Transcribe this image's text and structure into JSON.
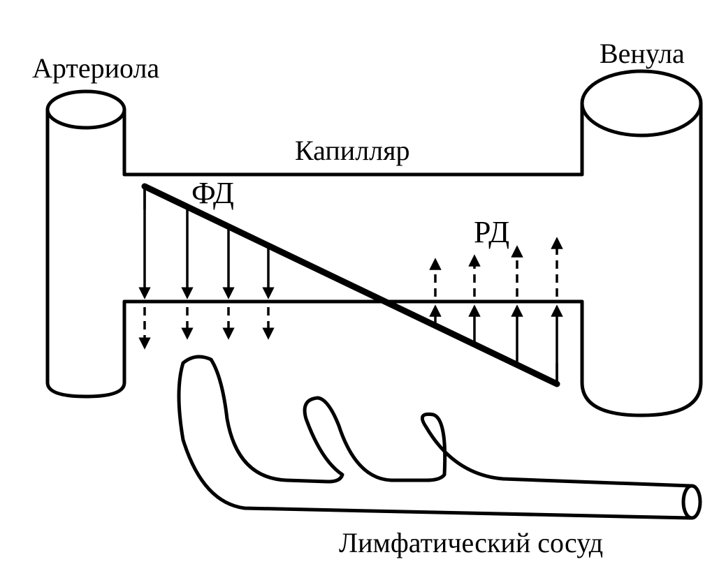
{
  "labels": {
    "arteriole": "Артериола",
    "venule": "Венула",
    "capillary": "Капилляр",
    "filtration_pressure": "ФД",
    "reabsorption_pressure": "РД",
    "lymph_vessel": "Лимфатический сосуд"
  },
  "arrows": {
    "filtration_count": 4,
    "reabsorption_count": 4
  },
  "colors": {
    "line": "#000000",
    "background": "#ffffff"
  }
}
